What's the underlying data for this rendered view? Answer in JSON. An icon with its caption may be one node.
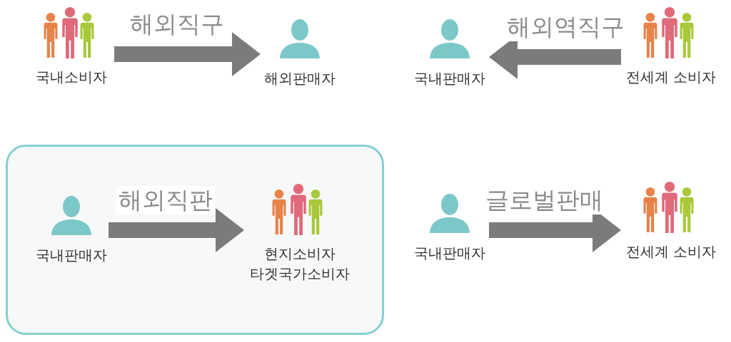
{
  "diagram": {
    "nodes": [
      {
        "text": [
          "국내소비자"
        ]
      },
      {
        "text": [
          "해외판매자"
        ]
      },
      {
        "text": [
          "국내판매자"
        ]
      },
      {
        "text": [
          "전세계 소비자"
        ]
      },
      {
        "text": [],
        "shape": "box"
      },
      {
        "text": [
          "국내판매자"
        ],
        "in": 4
      },
      {
        "text": [
          "현지소비자",
          "타겟국가소비자"
        ],
        "in": 4
      },
      {
        "text": [
          "국내판매자"
        ]
      },
      {
        "text": [
          "전세계 소비자"
        ]
      }
    ],
    "edges": [
      {
        "from": 0,
        "to": 1,
        "arrow": "to",
        "label": "해외직구"
      },
      {
        "from": 3,
        "to": 2,
        "arrow": "to",
        "label": "해외역직구"
      },
      {
        "from": 5,
        "to": 6,
        "arrow": "to",
        "label": "해외직판"
      },
      {
        "from": 7,
        "to": 8,
        "arrow": "to",
        "label": "글로벌판매"
      }
    ]
  }
}
